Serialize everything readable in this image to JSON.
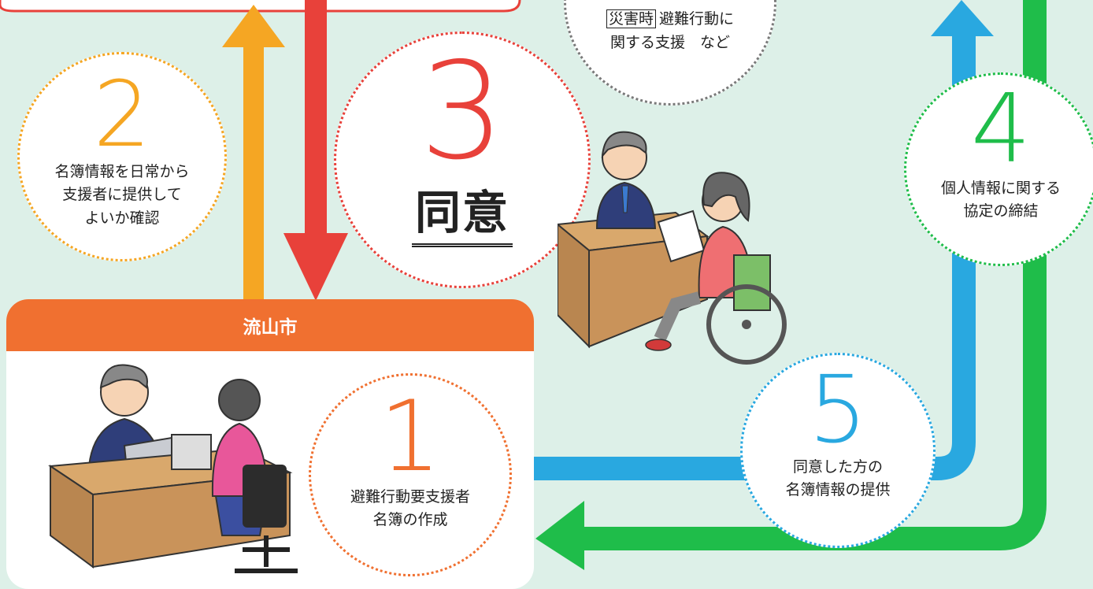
{
  "colors": {
    "background": "#ddf0e8",
    "orange_arrow": "#f5a623",
    "red_arrow": "#e8413a",
    "blue_arrow": "#29a8e0",
    "green_arrow": "#1fbd4a",
    "city_header": "#f07030"
  },
  "steps": {
    "s1": {
      "number": "1",
      "line1": "避難行動要支援者",
      "line2": "名簿の作成"
    },
    "s2": {
      "number": "2",
      "line1": "名簿情報を日常から",
      "line2": "支援者に提供して",
      "line3": "よいか確認"
    },
    "s3": {
      "number": "3",
      "label": "同意"
    },
    "s4": {
      "number": "4",
      "line1": "個人情報に関する",
      "line2": "協定の締結"
    },
    "s5": {
      "number": "5",
      "line1": "同意した方の",
      "line2": "名簿情報の提供"
    }
  },
  "support_note": {
    "tag": "災害時",
    "line1_rest": "避難行動に",
    "line2": "関する支援　など"
  },
  "city": {
    "name": "流山市"
  }
}
